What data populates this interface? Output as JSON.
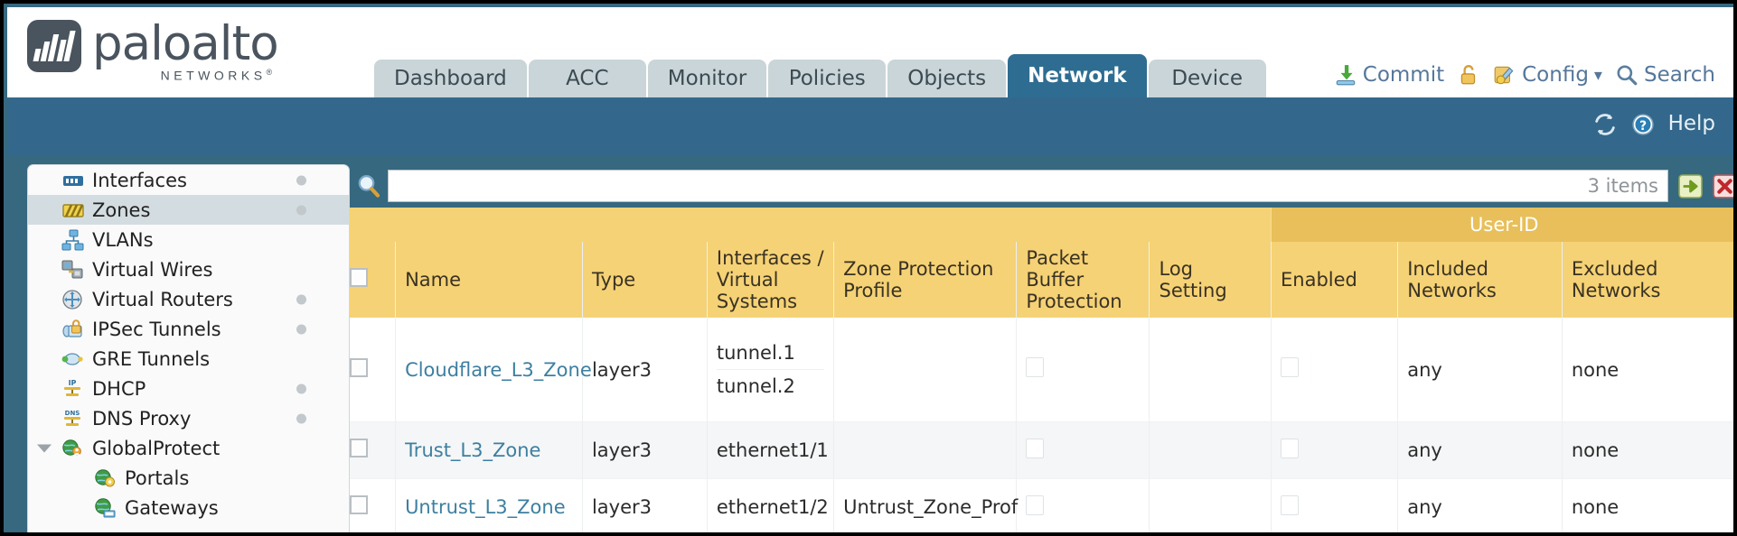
{
  "brand": {
    "name": "paloalto",
    "sub": "NETWORKS",
    "sub_mark": "®"
  },
  "nav": {
    "tabs": [
      {
        "label": "Dashboard",
        "active": false
      },
      {
        "label": "ACC",
        "active": false
      },
      {
        "label": "Monitor",
        "active": false
      },
      {
        "label": "Policies",
        "active": false
      },
      {
        "label": "Objects",
        "active": false
      },
      {
        "label": "Network",
        "active": true
      },
      {
        "label": "Device",
        "active": false
      }
    ]
  },
  "top_actions": {
    "commit": "Commit",
    "lock_icon": "padlock-icon",
    "config": "Config",
    "config_caret": "▾",
    "search": "Search"
  },
  "subbar": {
    "refresh_icon": "refresh-icon",
    "help_icon": "help-icon",
    "help": "Help"
  },
  "sidebar": {
    "items": [
      {
        "label": "Interfaces",
        "icon": "interfaces-icon",
        "selected": false,
        "dot": true,
        "child": false,
        "expander": false
      },
      {
        "label": "Zones",
        "icon": "zones-icon",
        "selected": true,
        "dot": true,
        "child": false,
        "expander": false
      },
      {
        "label": "VLANs",
        "icon": "vlans-icon",
        "selected": false,
        "dot": false,
        "child": false,
        "expander": false
      },
      {
        "label": "Virtual Wires",
        "icon": "virtual-wires-icon",
        "selected": false,
        "dot": false,
        "child": false,
        "expander": false
      },
      {
        "label": "Virtual Routers",
        "icon": "virtual-routers-icon",
        "selected": false,
        "dot": true,
        "child": false,
        "expander": false
      },
      {
        "label": "IPSec Tunnels",
        "icon": "ipsec-tunnels-icon",
        "selected": false,
        "dot": true,
        "child": false,
        "expander": false
      },
      {
        "label": "GRE Tunnels",
        "icon": "gre-tunnels-icon",
        "selected": false,
        "dot": false,
        "child": false,
        "expander": false
      },
      {
        "label": "DHCP",
        "icon": "dhcp-icon",
        "selected": false,
        "dot": true,
        "child": false,
        "expander": false
      },
      {
        "label": "DNS Proxy",
        "icon": "dns-proxy-icon",
        "selected": false,
        "dot": true,
        "child": false,
        "expander": false
      },
      {
        "label": "GlobalProtect",
        "icon": "globalprotect-icon",
        "selected": false,
        "dot": false,
        "child": false,
        "expander": true
      },
      {
        "label": "Portals",
        "icon": "portals-icon",
        "selected": false,
        "dot": false,
        "child": true,
        "expander": false
      },
      {
        "label": "Gateways",
        "icon": "gateways-icon",
        "selected": false,
        "dot": false,
        "child": true,
        "expander": false
      }
    ]
  },
  "search": {
    "value": "",
    "placeholder": "",
    "items_count": "3 items",
    "apply_icon": "green-arrow-icon",
    "clear_icon": "red-x-icon"
  },
  "table": {
    "group_header": "User-ID",
    "columns": [
      "Name",
      "Type",
      "Interfaces / Virtual Systems",
      "Zone Protection Profile",
      "Packet Buffer Protection",
      "Log Setting",
      "Enabled",
      "Included Networks",
      "Excluded Networks"
    ],
    "rows": [
      {
        "selected": false,
        "name": "Cloudflare_L3_Zone",
        "type": "layer3",
        "interfaces": [
          "tunnel.1",
          "tunnel.2"
        ],
        "zone_protection_profile": "",
        "packet_buffer_protection": false,
        "log_setting": "",
        "userid_enabled": false,
        "included_networks": "any",
        "excluded_networks": "none"
      },
      {
        "selected": false,
        "name": "Trust_L3_Zone",
        "type": "layer3",
        "interfaces": [
          "ethernet1/1"
        ],
        "zone_protection_profile": "",
        "packet_buffer_protection": false,
        "log_setting": "",
        "userid_enabled": false,
        "included_networks": "any",
        "excluded_networks": "none"
      },
      {
        "selected": false,
        "name": "Untrust_L3_Zone",
        "type": "layer3",
        "interfaces": [
          "ethernet1/2"
        ],
        "zone_protection_profile": "Untrust_Zone_Prof",
        "packet_buffer_protection": false,
        "log_setting": "",
        "userid_enabled": false,
        "included_networks": "any",
        "excluded_networks": "none"
      }
    ]
  },
  "colors": {
    "header_blue": "#33688c",
    "active_tab": "#2e6d91",
    "tab_grey": "#c9d5d8",
    "table_header": "#f5d275",
    "group_header": "#e8bf5a",
    "link": "#3d7fa0"
  }
}
